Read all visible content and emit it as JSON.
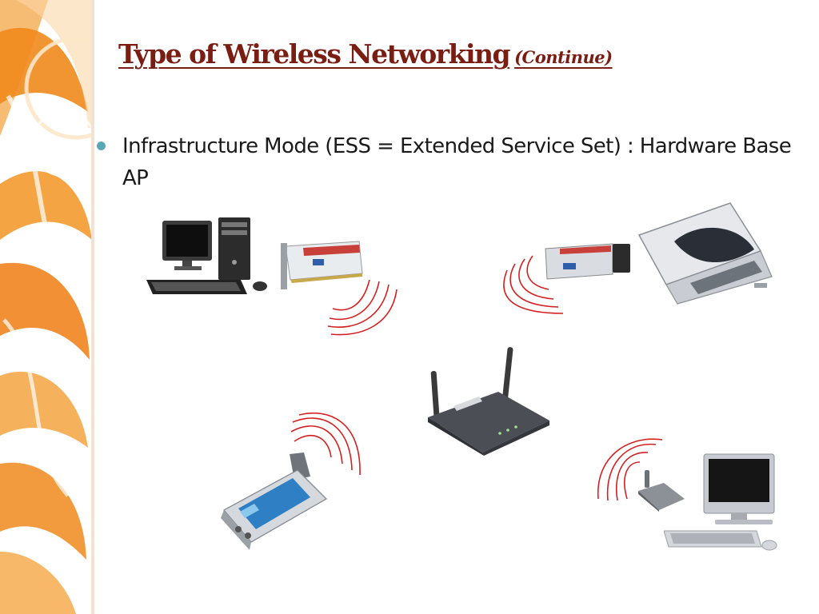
{
  "slide": {
    "title": "Type of Wireless Networking",
    "title_suffix": "(Continue)",
    "bullets": [
      "Infrastructure Mode (ESS = Extended Service Set) : Hardware Base AP"
    ]
  },
  "colors": {
    "title": "#7a1e14",
    "bullet": "#5aa7b8",
    "waves": "#d42020",
    "decor_orange": "#f08a1c"
  },
  "icons": [
    "desktop-computer-icon",
    "pci-wireless-card-icon",
    "pcmcia-wireless-card-icon",
    "laptop-icon",
    "access-point-router-icon",
    "pda-handheld-icon",
    "desktop-computer-icon",
    "usb-wireless-adapter-icon",
    "wireless-signal-waves-icon"
  ]
}
